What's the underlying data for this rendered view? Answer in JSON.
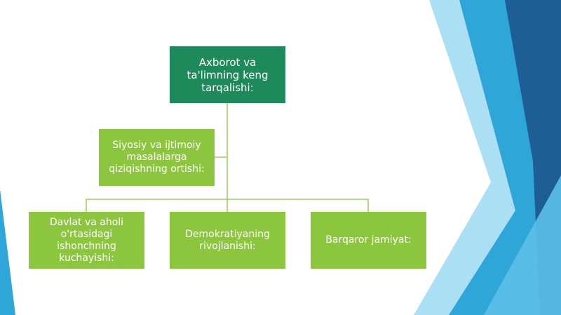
{
  "diagram": {
    "root": {
      "label": "Axborot va ta'limning keng tarqalishi:"
    },
    "assistant": {
      "label": "Siyosiy va ijtimoiy masalalarga qiziqishning ortishi:"
    },
    "children": [
      {
        "label": "Davlat va aholi o'rtasidagi ishonchning kuchayishi:"
      },
      {
        "label": "Demokratiyaning rivojlanishi:"
      },
      {
        "label": "Barqaror jamiyat:"
      }
    ]
  },
  "colors": {
    "root_fill": "#1e8a5c",
    "node_fill": "#8cc63f",
    "connector": "#8cc63f",
    "accent_light": "#7fd0ee",
    "accent_mid": "#2fa6d8",
    "accent_dark": "#1d5f95"
  }
}
